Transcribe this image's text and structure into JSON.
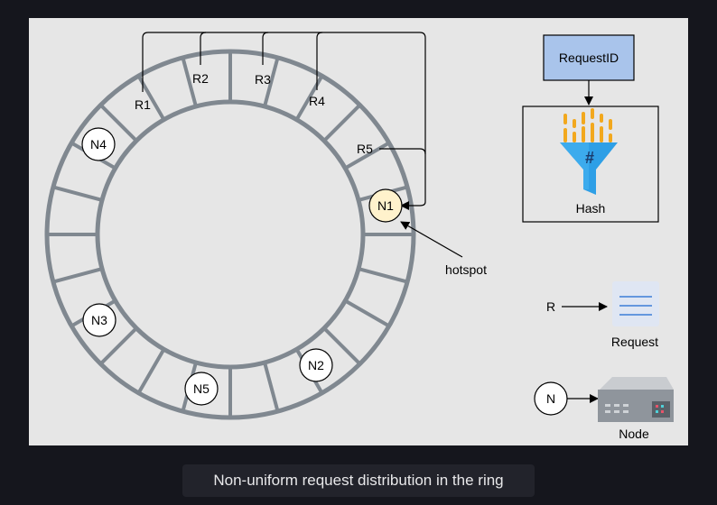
{
  "ring": {
    "segments": 24,
    "request_labels": [
      "R1",
      "R2",
      "R3",
      "R4",
      "R5"
    ],
    "nodes": [
      {
        "label": "N1",
        "highlighted": true
      },
      {
        "label": "N2",
        "highlighted": false
      },
      {
        "label": "N3",
        "highlighted": false
      },
      {
        "label": "N4",
        "highlighted": false
      },
      {
        "label": "N5",
        "highlighted": false
      }
    ],
    "hotspot_label": "hotspot"
  },
  "hash_flow": {
    "input_label": "RequestID",
    "hash_label": "Hash"
  },
  "legend": {
    "request_symbol": "R",
    "request_label": "Request",
    "node_symbol": "N",
    "node_label": "Node"
  },
  "caption": "Non-uniform request distribution in the ring",
  "colors": {
    "ring": "#808890",
    "node_highlight": "#fff2cc",
    "request_id_box": "#a9c4eb",
    "funnel_blue": "#2e9fe6",
    "funnel_bars": "#f2a81d",
    "canvas": "#e6e6e6"
  }
}
